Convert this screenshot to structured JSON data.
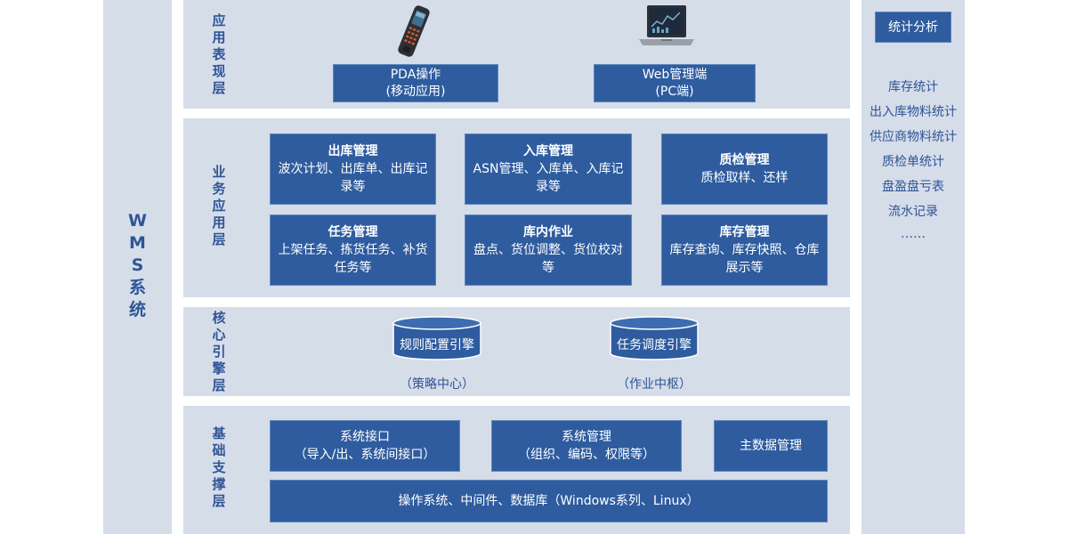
{
  "wms_label": [
    "W",
    "M",
    "S",
    "系",
    "统"
  ],
  "layers": {
    "app": {
      "label": [
        "应",
        "用",
        "表",
        "现",
        "层"
      ]
    },
    "biz": {
      "label": [
        "业",
        "务",
        "应",
        "用",
        "层"
      ]
    },
    "core": {
      "label": [
        "核",
        "心",
        "引",
        "擎",
        "层"
      ]
    },
    "base": {
      "label": [
        "基",
        "础",
        "支",
        "撑",
        "层"
      ]
    }
  },
  "app_boxes": [
    {
      "line1": "PDA操作",
      "line2": "(移动应用)",
      "icon": "pda-device-icon"
    },
    {
      "line1": "Web管理端",
      "line2": "(PC端)",
      "icon": "laptop-icon"
    }
  ],
  "biz_modules": [
    {
      "title": "出库管理",
      "l1": "波次计划、出库单、出库记",
      "l2": "录等"
    },
    {
      "title": "入库管理",
      "l1": "ASN管理、入库单、入库记",
      "l2": "录等"
    },
    {
      "title": "质检管理",
      "l1": "质检取样、还样",
      "l2": ""
    },
    {
      "title": "任务管理",
      "l1": "上架任务、拣货任务、补货",
      "l2": "任务等"
    },
    {
      "title": "库内作业",
      "l1": "盘点、货位调整、货位校对",
      "l2": "等"
    },
    {
      "title": "库存管理",
      "l1": "库存查询、库存快照、仓库",
      "l2": "展示等"
    }
  ],
  "engines": [
    {
      "name": "规则配置引擎",
      "caption": "（策略中心）"
    },
    {
      "name": "任务调度引擎",
      "caption": "（作业中枢）"
    }
  ],
  "base_boxes": [
    {
      "l1": "系统接口",
      "l2": "（导入/出、系统间接口）"
    },
    {
      "l1": "系统管理",
      "l2": "（组织、编码、权限等）"
    },
    {
      "l1": "主数据管理",
      "l2": ""
    }
  ],
  "infra": "操作系统、中间件、数据库（Windows系列、Linux）",
  "stats": {
    "title": "统计分析",
    "items": [
      "库存统计",
      "出入库物料统计",
      "供应商物料统计",
      "质检单统计",
      "盘盈盘亏表",
      "流水记录",
      "……"
    ]
  }
}
